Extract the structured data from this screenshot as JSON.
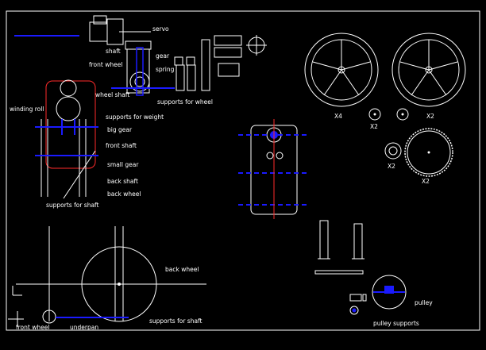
{
  "colors": {
    "background": "#000000",
    "lines": "#ffffff",
    "accent_blue": "#1a1aff",
    "accent_red": "#ff2a2a"
  },
  "labels": {
    "servo": "servo",
    "shaft": "shaft",
    "gear": "gear",
    "front_wheel_top": "front wheel",
    "spring": "spring",
    "wheel_shaft": "wheel shaft",
    "supports_for_wheel": "supports for wheel",
    "winding_roll": "winding roll",
    "supports_for_weight": "supports for weight",
    "big_gear": "big gear",
    "front_shaft": "front shaft",
    "small_gear": "small gear",
    "back_shaft": "back shaft",
    "back_wheel_side": "back wheel",
    "supports_for_shaft_side": "supports for shaft",
    "back_wheel_bottom": "back wheel",
    "front_wheel_bottom": "front wheel",
    "underpan": "underpan",
    "supports_for_shaft_bottom": "supports for shaft",
    "pulley": "pulley",
    "pulley_supports": "pulley supports"
  },
  "quantities": {
    "wheel_left": "X4",
    "wheel_right": "X2",
    "small_disc_left": "X2",
    "small_disc_right": "X2",
    "disc_single": "X2",
    "gear_big": "X2"
  },
  "icons": [
    "ucs-axis-icon"
  ]
}
